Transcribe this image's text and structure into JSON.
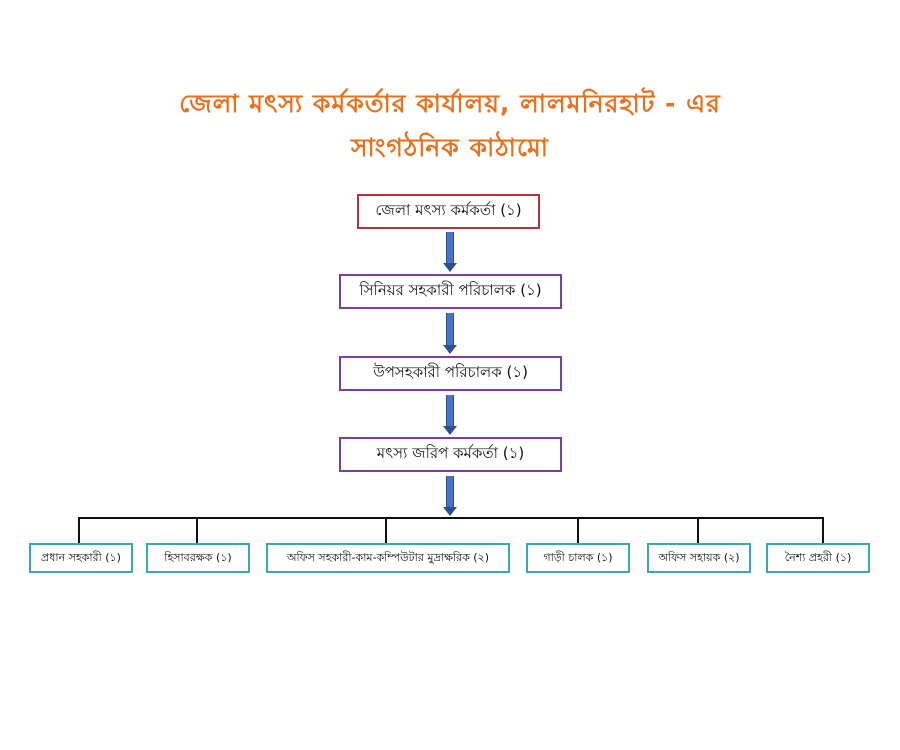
{
  "title": {
    "line1": "জেলা মৎস্য কর্মকর্তার কার্যালয়, লালমনিরহাট - এর",
    "line2": "সাংগঠনিক কাঠামো"
  },
  "hierarchy": {
    "level1": "জেলা মৎস্য কর্মকর্তা (১)",
    "level2": "সিনিয়র সহকারী পরিচালক (১)",
    "level3": "উপসহকারী পরিচালক (১)",
    "level4": "মৎস্য জরিপ কর্মকর্তা (১)"
  },
  "staff": [
    "প্রধান সহকারী (১)",
    "হিসাবরক্ষক (১)",
    "অফিস সহকারী-কাম-কম্পিউটার মুদ্রাক্ষরিক (২)",
    "গাড়ী চালক (১)",
    "অফিস সহায়ক (২)",
    "নৈশ্য প্রহরী (১)"
  ],
  "colors": {
    "title": "#e8711f",
    "top_box_border": "#b1363a",
    "level_box_border": "#7a3fa0",
    "staff_box_border": "#3aa8b4",
    "arrow": "#4674c8"
  }
}
